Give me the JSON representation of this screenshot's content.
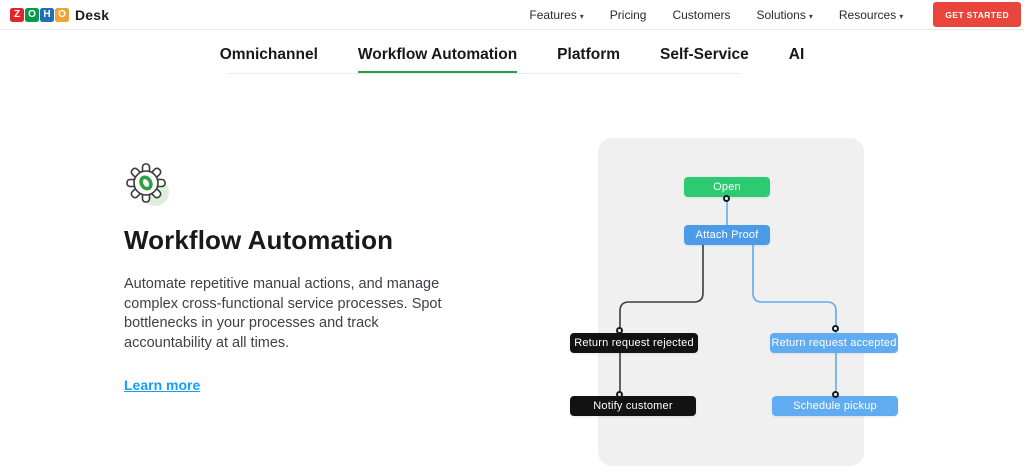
{
  "header": {
    "logo": {
      "letters": [
        {
          "char": "Z",
          "color": "#e0262c"
        },
        {
          "char": "O",
          "color": "#089949"
        },
        {
          "char": "H",
          "color": "#226db4"
        },
        {
          "char": "O",
          "color": "#f0a338"
        }
      ],
      "product": "Desk"
    },
    "nav": [
      {
        "label": "Features",
        "has_dropdown": true
      },
      {
        "label": "Pricing",
        "has_dropdown": false
      },
      {
        "label": "Customers",
        "has_dropdown": false
      },
      {
        "label": "Solutions",
        "has_dropdown": true
      },
      {
        "label": "Resources",
        "has_dropdown": true
      }
    ],
    "caret": "▾",
    "cta_label": "GET STARTED",
    "cta_color": "#e8453c"
  },
  "tabs": {
    "items": [
      {
        "label": "Omnichannel",
        "active": false
      },
      {
        "label": "Workflow Automation",
        "active": true
      },
      {
        "label": "Platform",
        "active": false
      },
      {
        "label": "Self-Service",
        "active": false
      },
      {
        "label": "AI",
        "active": false
      }
    ],
    "active_underline_color": "#21a048"
  },
  "hero": {
    "icon": "gear-icon",
    "title": "Workflow Automation",
    "description": "Automate repetitive manual actions, and manage complex cross-functional service processes. Spot bottlenecks in your processes and track accountability at all times.",
    "link_label": "Learn more",
    "link_color": "#149ff2"
  },
  "flowchart": {
    "type": "workflow-diagram",
    "panel_color": "#f0f0f1",
    "nodes": [
      {
        "id": "open",
        "label": "Open",
        "color": "#2cca71"
      },
      {
        "id": "attach",
        "label": "Attach Proof",
        "color": "#4c9be8"
      },
      {
        "id": "rejected",
        "label": "Return request rejected",
        "color": "#121212"
      },
      {
        "id": "accepted",
        "label": "Return request accepted",
        "color": "#61acf1"
      },
      {
        "id": "notify",
        "label": "Notify customer",
        "color": "#121212"
      },
      {
        "id": "pickup",
        "label": "Schedule pickup",
        "color": "#61acf1"
      }
    ],
    "edges": [
      {
        "from": "open",
        "to": "attach",
        "color": "#5fabf0"
      },
      {
        "from": "attach",
        "to": "rejected",
        "color": "#3d3d3d"
      },
      {
        "from": "attach",
        "to": "accepted",
        "color": "#5fabf0"
      },
      {
        "from": "rejected",
        "to": "notify",
        "color": "#3d3d3d"
      },
      {
        "from": "accepted",
        "to": "pickup",
        "color": "#5fabf0"
      }
    ]
  }
}
